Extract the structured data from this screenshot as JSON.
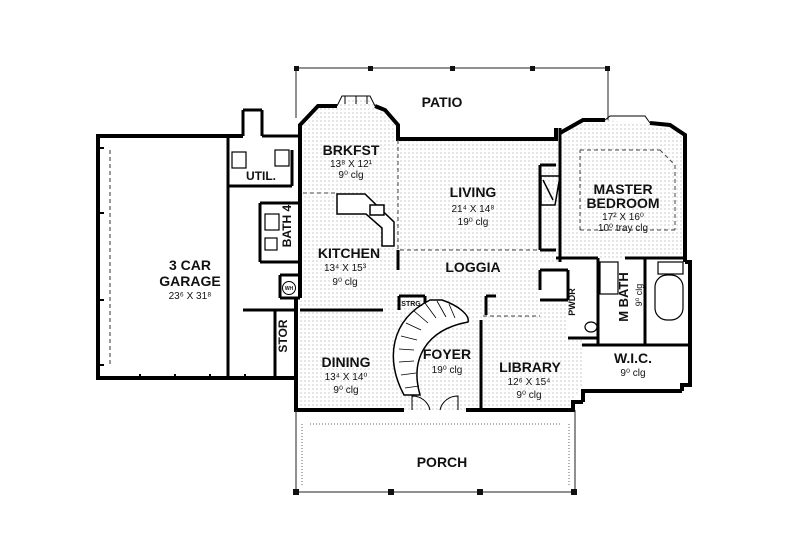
{
  "rooms": {
    "patio": {
      "name": "PATIO"
    },
    "brkfst": {
      "name": "BRKFST",
      "dim": "13⁸ X 12¹",
      "clg": "9⁰ clg"
    },
    "living": {
      "name": "LIVING",
      "dim": "21⁴ X 14⁸",
      "clg": "19⁰ clg"
    },
    "master": {
      "name1": "MASTER",
      "name2": "BEDROOM",
      "dim": "17² X 16⁰",
      "clg": "10⁰ tray clg"
    },
    "util": {
      "name": "UTIL."
    },
    "bath4": {
      "name": "BATH 4"
    },
    "kitchen": {
      "name": "KITCHEN",
      "dim": "13⁴ X 15³",
      "clg": "9⁰ clg"
    },
    "loggia": {
      "name": "LOGGIA"
    },
    "garage": {
      "name1": "3 CAR",
      "name2": "GARAGE",
      "dim": "23⁶ X 31⁸"
    },
    "wh": {
      "name": "WH"
    },
    "strg": {
      "name": "STRG."
    },
    "pwdr": {
      "name": "PWDR"
    },
    "mbath": {
      "name": "M BATH",
      "clg": "9⁰ clg"
    },
    "stor": {
      "name": "STOR"
    },
    "dining": {
      "name": "DINING",
      "dim": "13⁴ X 14⁰",
      "clg": "9⁰ clg"
    },
    "foyer": {
      "name": "FOYER",
      "clg": "19⁰ clg"
    },
    "library": {
      "name": "LIBRARY",
      "dim": "12⁶ X 15⁴",
      "clg": "9⁰ clg"
    },
    "wic": {
      "name": "W.I.C.",
      "clg": "9⁰ clg"
    },
    "porch": {
      "name": "PORCH"
    }
  }
}
